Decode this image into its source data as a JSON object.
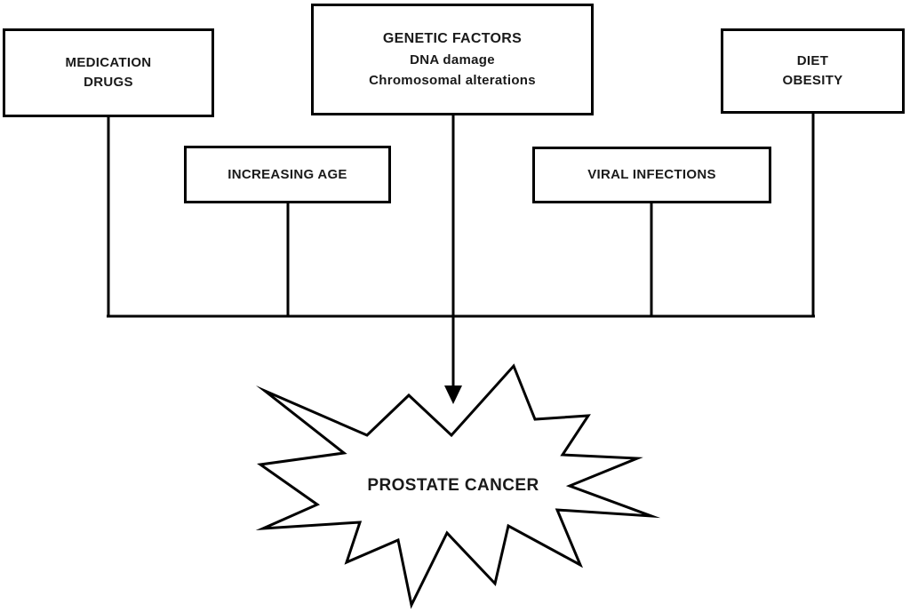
{
  "diagram": {
    "boxes": {
      "medication": {
        "label": "MEDICATION\nDRUGS"
      },
      "genetic": {
        "title": "GENETIC FACTORS",
        "details": "DNA damage\nChromosomal alterations"
      },
      "diet": {
        "label": "DIET\nOBESITY"
      },
      "age": {
        "label": "INCREASING AGE"
      },
      "viral": {
        "label": "VIRAL INFECTIONS"
      }
    },
    "result": {
      "label": "PROSTATE CANCER"
    },
    "colors": {
      "line": "#000000",
      "background": "#ffffff",
      "text": "#1a1a1a"
    }
  }
}
